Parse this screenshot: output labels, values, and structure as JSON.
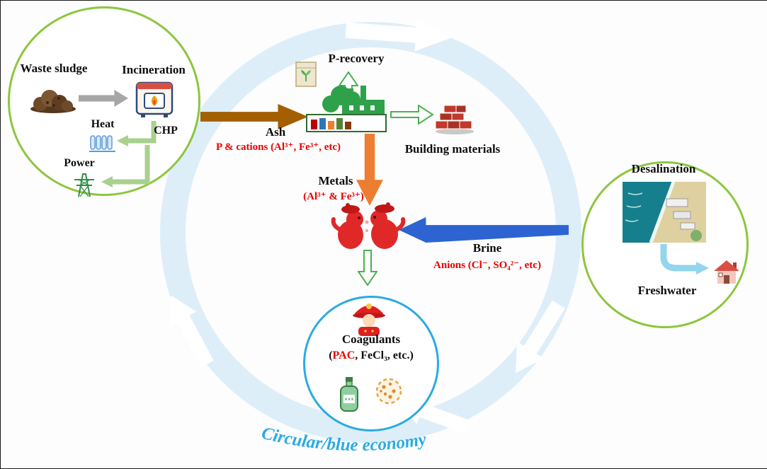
{
  "colors": {
    "loop_green": "#8cc63e",
    "ring_light_blue": "#ddeef9",
    "cycle_blue": "#29abe2",
    "highlight_red": "#eb0000",
    "ash_brown": "#a35f00",
    "metals_orange": "#ed7d31",
    "brine_blue": "#2d64d2",
    "hollow_arrow_green": "#4caf50"
  },
  "sludge_loop": {
    "waste_sludge": "Waste sludge",
    "incineration": "Incineration",
    "chp": "CHP",
    "heat": "Heat",
    "power": "Power"
  },
  "ash_flow": {
    "label": "Ash",
    "sublabel": "P & cations (Al³⁺, Fe³⁺, etc)"
  },
  "recovery": {
    "p_recovery": "P-recovery",
    "building_materials": "Building materials"
  },
  "metals_flow": {
    "label": "Metals",
    "sublabel": "(Al³⁺ & Fe³⁺)"
  },
  "brine_flow": {
    "label": "Brine",
    "sublabel": "Anions (Cl⁻, SO₄²⁻, etc)"
  },
  "desalination_loop": {
    "desalination": "Desalination",
    "freshwater": "Freshwater"
  },
  "coagulants": {
    "title": "Coagulants",
    "open": "(",
    "pac": "PAC",
    "rest": ", FeCl₃, etc.)",
    "bottle_label": "×××"
  },
  "footer": {
    "caption": "Circular/blue economy"
  }
}
